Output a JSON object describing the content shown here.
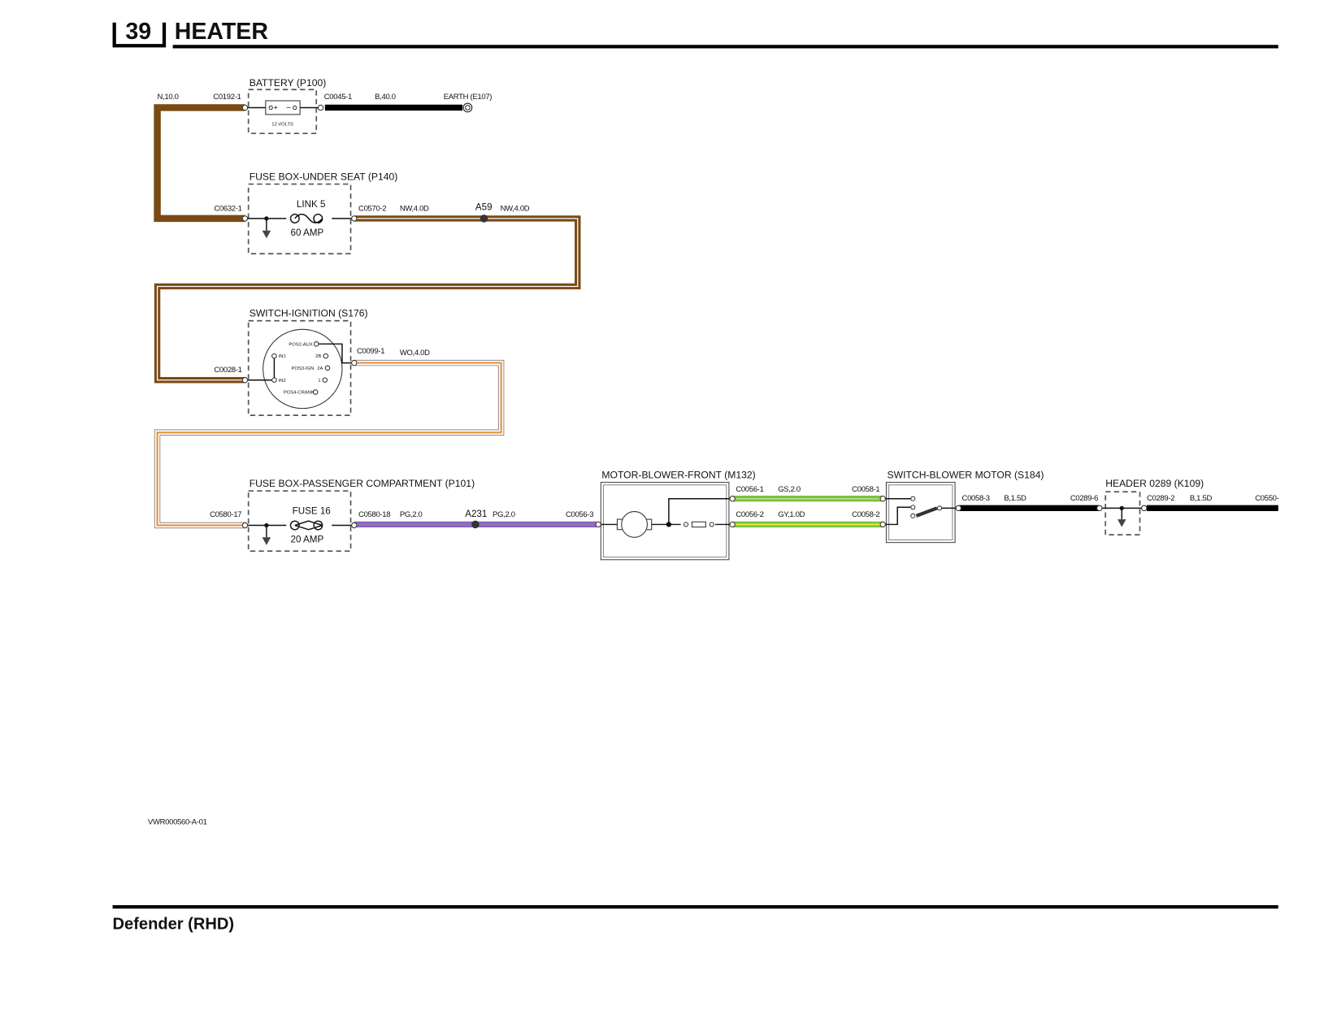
{
  "header": {
    "page_number": "39",
    "title": "HEATER"
  },
  "footer": {
    "model": "Defender (RHD)",
    "diagram_ref": "VWR000560-A-01"
  },
  "components": {
    "battery": {
      "label": "BATTERY (P100)",
      "voltage": "12 VOLTS",
      "plus": "+",
      "minus": "−"
    },
    "fusebox_seat": {
      "label": "FUSE BOX-UNDER SEAT (P140)",
      "fuse": "LINK 5",
      "rating": "60 AMP"
    },
    "ignition": {
      "label": "SWITCH-IGNITION (S176)",
      "pins": [
        "POS2-AUX",
        "IN1",
        "2B",
        "POS3-IGN",
        "2A",
        "IN2",
        "1",
        "POS4-CRANK"
      ]
    },
    "fusebox_pass": {
      "label": "FUSE BOX-PASSENGER COMPARTMENT (P101)",
      "fuse": "FUSE 16",
      "rating": "20 AMP"
    },
    "motor": {
      "label": "MOTOR-BLOWER-FRONT (M132)"
    },
    "blower_switch": {
      "label": "SWITCH-BLOWER MOTOR (S184)"
    },
    "header_k109": {
      "label": "HEADER 0289 (K109)"
    },
    "earth": {
      "label": "EARTH (E107)"
    }
  },
  "connectors": {
    "c0192_1": "C0192-1",
    "c0045_1": "C0045-1",
    "c0632_1": "C0632-1",
    "c0570_2": "C0570-2",
    "c0028_1": "C0028-1",
    "c0099_1": "C0099-1",
    "c0580_17": "C0580-17",
    "c0580_18": "C0580-18",
    "c0056_3": "C0056-3",
    "c0056_1": "C0056-1",
    "c0056_2": "C0056-2",
    "c0058_1": "C0058-1",
    "c0058_2": "C0058-2",
    "c0058_3": "C0058-3",
    "c0289_6": "C0289-6",
    "c0289_2": "C0289-2",
    "c0550": "C0550-"
  },
  "wires": {
    "n10": "N,10.0",
    "b40": "B,40.0",
    "nw4a": "NW,4.0D",
    "nw4b": "NW,4.0D",
    "wo4": "WO,4.0D",
    "pg2a": "PG,2.0",
    "pg2b": "PG,2.0",
    "gs2": "GS,2.0",
    "gy1": "GY,1.0D",
    "b15a": "B,1.5D",
    "b15b": "B,1.5D"
  },
  "splices": {
    "a59": "A59",
    "a231": "A231"
  },
  "colors": {
    "brown": "#7a4a14",
    "orange": "#e8913a",
    "purple": "#8e5fd0",
    "green": "#7cc043",
    "yellow": "#e8e43a",
    "black": "#000000"
  }
}
